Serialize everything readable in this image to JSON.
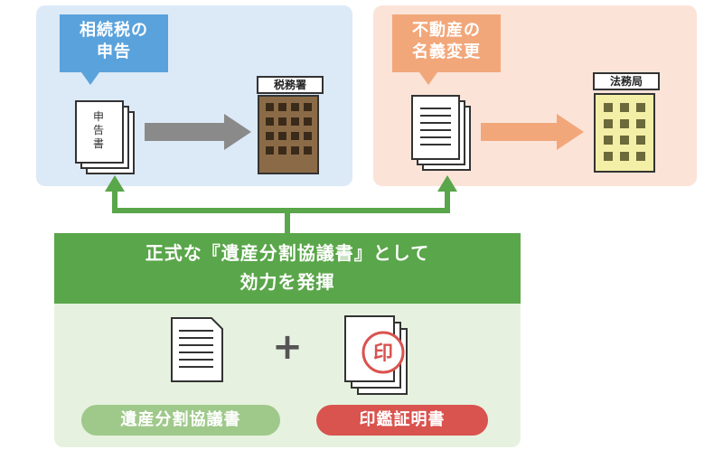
{
  "tax_panel": {
    "callout": "相続税の\n申告",
    "document_label": [
      "申",
      "告",
      "書"
    ],
    "building_label": "税務署",
    "color": "#dce9f7",
    "accent": "#5aa2dc",
    "arrow_color": "#8a8a8a",
    "building_color": "#8b6b47"
  },
  "registry_panel": {
    "callout": "不動産の\n名義変更",
    "building_label": "法務局",
    "color": "#fbe3d8",
    "accent": "#f2a77a",
    "arrow_color": "#f2a77a",
    "building_color": "#f3efa6"
  },
  "band": {
    "line1": "正式な『遺産分割協議書』として",
    "line2": "効力を発揮",
    "color": "#5aa64a"
  },
  "bottom": {
    "plus": "+",
    "agreement_label": "遺産分割協議書",
    "seal_label": "印鑑証明書",
    "seal_glyph": "印",
    "agreement_color": "#9fc98b",
    "seal_color": "#d9534f"
  },
  "icons": [
    "document-stack-icon",
    "building-icon",
    "arrow-right-icon",
    "arrow-up-icon",
    "seal-certificate-icon"
  ]
}
